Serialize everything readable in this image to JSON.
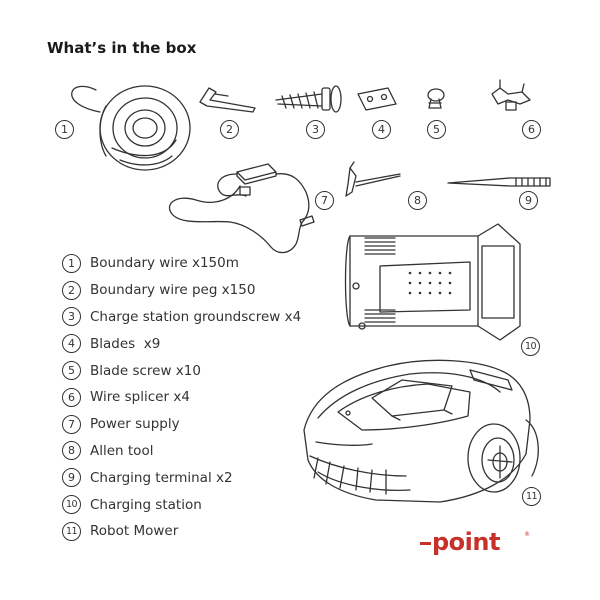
{
  "title": "What’s in the box",
  "callouts": [
    "1",
    "2",
    "3",
    "4",
    "5",
    "6",
    "7",
    "8",
    "9",
    "10",
    "11"
  ],
  "items": [
    {
      "num": "1",
      "label": "Boundary wire x150m"
    },
    {
      "num": "2",
      "label": "Boundary wire peg x150"
    },
    {
      "num": "3",
      "label": "Charge station groundscrew x4"
    },
    {
      "num": "4",
      "label": "Blades  x9"
    },
    {
      "num": "5",
      "label": "Blade screw x10"
    },
    {
      "num": "6",
      "label": "Wire splicer x4"
    },
    {
      "num": "7",
      "label": "Power supply"
    },
    {
      "num": "8",
      "label": "Allen tool"
    },
    {
      "num": "9",
      "label": "Charging terminal x2"
    },
    {
      "num": "10",
      "label": "Charging station"
    },
    {
      "num": "11",
      "label": "Robot Mower"
    }
  ],
  "brand": {
    "name": "point",
    "mark": "®",
    "color": "#c8302a"
  }
}
